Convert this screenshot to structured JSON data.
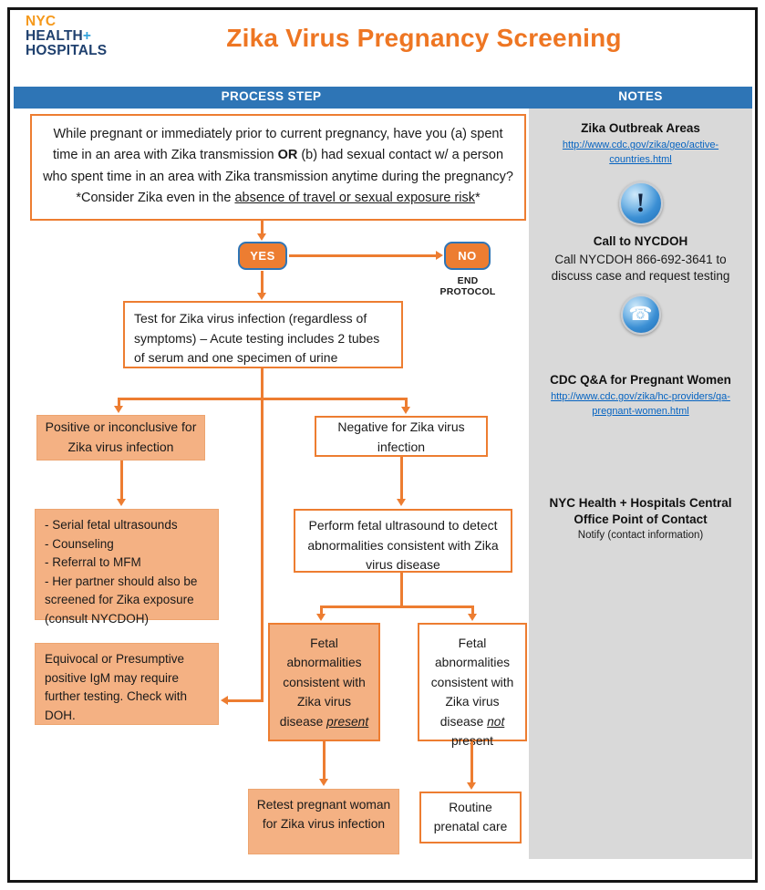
{
  "page": {
    "logo": {
      "nyc": "NYC",
      "health": "HEALTH",
      "plus": "+",
      "hospitals": "HOSPITALS"
    },
    "title": "Zika Virus Pregnancy Screening"
  },
  "headers": {
    "process": "PROCESS STEP",
    "notes": "NOTES"
  },
  "colors": {
    "header_blue": "#2E75B6",
    "accent_orange": "#ED7D31",
    "salmon_fill": "#F4B183",
    "notes_gray": "#D9D9D9",
    "link_blue": "#0563C1",
    "logo_navy": "#20416F",
    "logo_orange": "#F5991C",
    "logo_plus_blue": "#33A3DC"
  },
  "flow": {
    "question": {
      "part1": "While pregnant or immediately prior to current pregnancy, have you (a) spent time in an area with Zika transmission ",
      "bold_or": "OR",
      "part2": " (b) had sexual contact w/ a person who spent time in an area with Zika transmission anytime during the pregnancy?",
      "consider_prefix": "*Consider Zika even in the ",
      "consider_underline": "absence of travel or sexual exposure risk",
      "consider_suffix": "*"
    },
    "yes_label": "YES",
    "no_label": "NO",
    "end_protocol": "END PROTOCOL",
    "test_box": "Test for Zika virus infection (regardless of symptoms) – Acute testing includes 2 tubes of serum and one specimen of urine",
    "positive_box": "Positive or inconclusive for Zika virus infection",
    "negative_box": "Negative for Zika virus infection",
    "management": {
      "items": [
        "- Serial fetal ultrasounds",
        "- Counseling",
        "- Referral to MFM",
        "- Her partner should also be screened for Zika exposure (consult NYCDOH)"
      ]
    },
    "equivocal_box": "Equivocal or Presumptive positive IgM may require further testing. Check with DOH.",
    "ultrasound_box": "Perform fetal ultrasound to detect abnormalities consistent with Zika virus disease",
    "fetal_present": {
      "prefix": "Fetal abnormalities consistent with Zika virus disease ",
      "emph": "present"
    },
    "fetal_not_present": {
      "prefix": "Fetal abnormalities consistent with Zika virus disease ",
      "emph": "not",
      "suffix": " present"
    },
    "retest_box": "Retest pregnant woman for Zika virus infection",
    "routine_box": "Routine prenatal care"
  },
  "notes": {
    "sections": [
      {
        "title": "Zika Outbreak Areas",
        "link": "http://www.cdc.gov/zika/geo/active-countries.html",
        "icon": "info-exclamation-icon"
      },
      {
        "title": "Call to NYCDOH",
        "text": "Call NYCDOH 866-692-3641 to discuss case and request testing",
        "icon": "phone-icon"
      },
      {
        "title": "CDC Q&A for Pregnant Women",
        "link": "http://www.cdc.gov/zika/hc-providers/qa-pregnant-women.html"
      },
      {
        "title": "NYC Health + Hospitals Central Office Point of Contact",
        "text": "Notify (contact information)"
      }
    ],
    "phone_glyph": "☎",
    "info_glyph": "!"
  }
}
